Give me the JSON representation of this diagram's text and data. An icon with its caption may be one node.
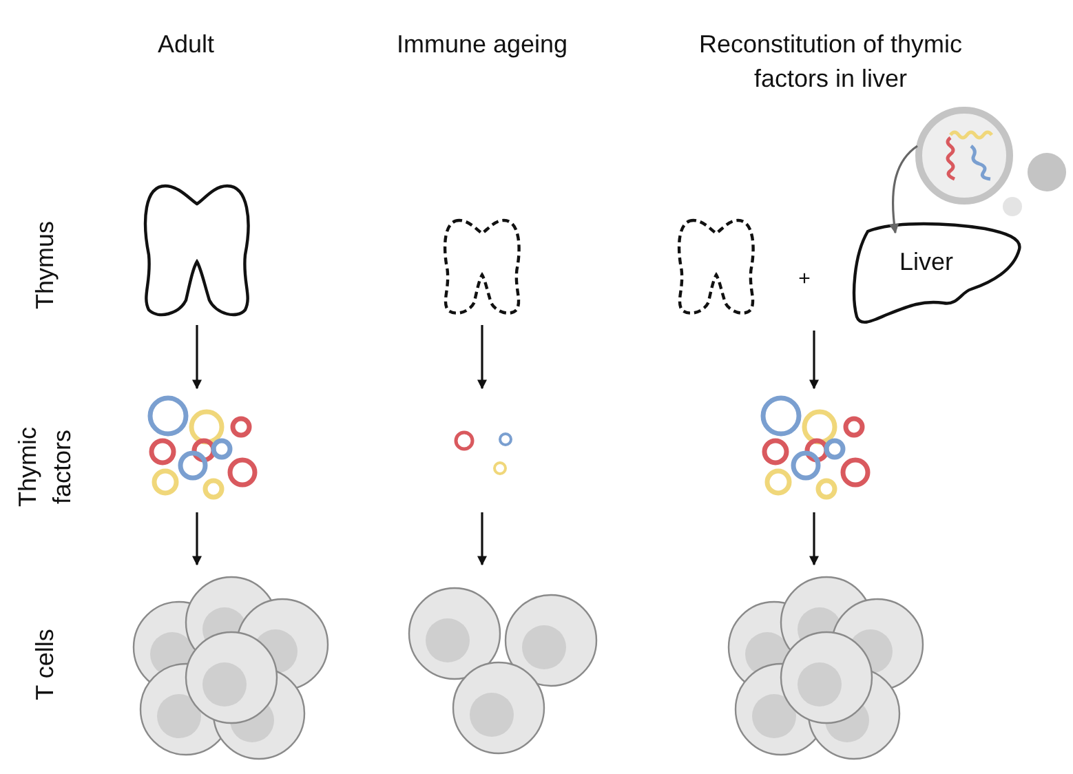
{
  "diagram": {
    "nodes": [
      {
        "text": [],
        "shape": "picture"
      },
      {
        "text": [],
        "shape": "picture"
      },
      {
        "text": [],
        "shape": "picture"
      },
      {
        "text": [
          "Liver"
        ]
      },
      {
        "text": [],
        "shape": "picture"
      },
      {
        "text": [],
        "shape": "picture"
      },
      {
        "text": [],
        "shape": "picture"
      },
      {
        "text": [],
        "shape": "picture"
      },
      {
        "text": [],
        "shape": "picture"
      },
      {
        "text": [],
        "shape": "picture"
      },
      {
        "text": [],
        "shape": "picture"
      }
    ],
    "edges": [
      {
        "from": 0,
        "to": 5,
        "arrow": "to"
      },
      {
        "from": 1,
        "to": 6,
        "arrow": "to"
      },
      {
        "from": 3,
        "to": 7,
        "arrow": "to"
      },
      {
        "from": 5,
        "to": 8,
        "arrow": "to"
      },
      {
        "from": 6,
        "to": 9,
        "arrow": "to"
      },
      {
        "from": 7,
        "to": 10,
        "arrow": "to"
      },
      {
        "from": 4,
        "to": 3,
        "arrow": "to",
        "color": "#666666"
      }
    ],
    "labels": [
      "Adult",
      "Immune ageing",
      "Reconstitution of thymic factors in liver",
      "Thymus",
      "Thymic factors",
      "T cells",
      "+"
    ]
  }
}
